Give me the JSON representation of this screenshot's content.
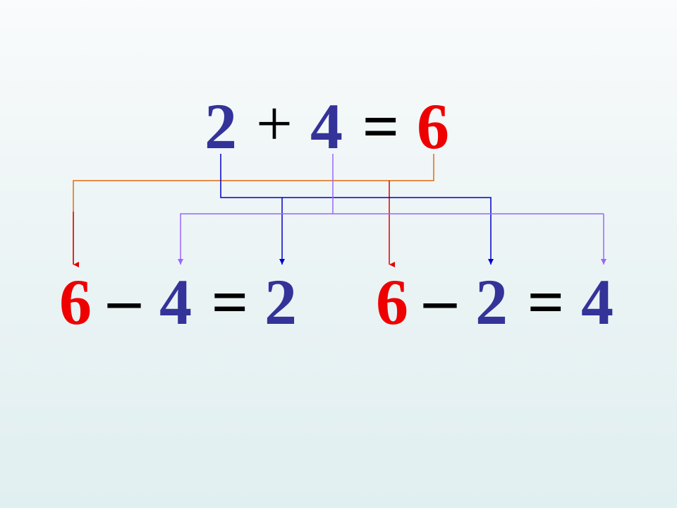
{
  "colors": {
    "red": "#ee0000",
    "blue": "#333399",
    "black": "#000000",
    "connector_orange": "#e46c0a",
    "connector_blue": "#0000cc",
    "connector_purple": "#9966ff",
    "connector_red": "#e00000"
  },
  "top_equation": {
    "addend1": "2",
    "plus": "+",
    "addend2": "4",
    "equals": "=",
    "sum": "6"
  },
  "bottom_left_equation": {
    "minuend": "6",
    "minus": "–",
    "subtrahend": "4",
    "equals": "=",
    "difference": "2"
  },
  "bottom_right_equation": {
    "minuend": "6",
    "minus": "–",
    "subtrahend": "2",
    "equals": "=",
    "difference": "4"
  }
}
